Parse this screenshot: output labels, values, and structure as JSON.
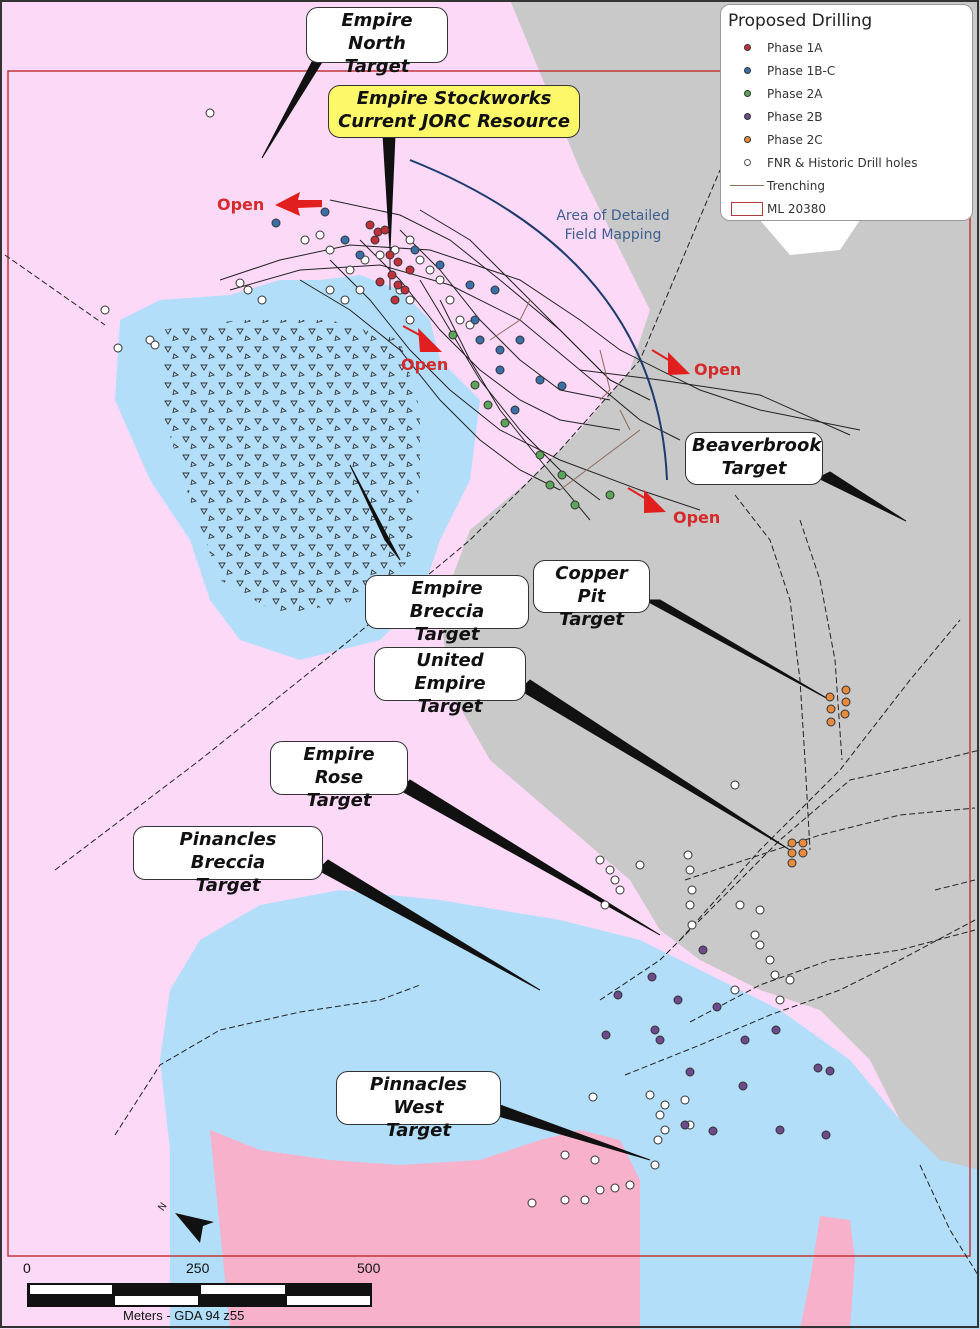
{
  "map": {
    "title": "Proposed Drilling Map",
    "colors": {
      "pink_unit": "#fcd9f7",
      "blue_unit": "#b2def9",
      "grey_unit": "#c9c9c9",
      "rose_unit": "#f8b1cb",
      "licence_boundary": "#c0393b",
      "open_arrow": "#e11f1f",
      "mapping_arc": "#1e3a6e"
    }
  },
  "legend": {
    "title": "Proposed Drilling",
    "items": [
      {
        "label": "Phase 1A",
        "symbol": "dot",
        "color": "#c0313a"
      },
      {
        "label": "Phase 1B-C",
        "symbol": "dot",
        "color": "#3b6fa8"
      },
      {
        "label": "Phase 2A",
        "symbol": "dot",
        "color": "#5aa55a"
      },
      {
        "label": "Phase 2B",
        "symbol": "dot",
        "color": "#6c4a8c"
      },
      {
        "label": "Phase 2C",
        "symbol": "dot",
        "color": "#e88b3c"
      },
      {
        "label": "FNR & Historic Drill holes",
        "symbol": "hollow",
        "color": "#ffffff"
      },
      {
        "label": "Trenching",
        "symbol": "line",
        "color": "#8b6a5a"
      },
      {
        "label": "ML 20380",
        "symbol": "box",
        "color": "#b23a3a"
      }
    ]
  },
  "targets": [
    {
      "id": "empire-north",
      "line1": "Empire North",
      "line2": "Target"
    },
    {
      "id": "empire-stockworks",
      "line1": "Empire Stockworks",
      "line2": "Current JORC Resource"
    },
    {
      "id": "beaverbrook",
      "line1": "Beaverbrook",
      "line2": "Target"
    },
    {
      "id": "copper-pit",
      "line1": "Copper Pit",
      "line2": "Target"
    },
    {
      "id": "empire-breccia",
      "line1": "Empire Breccia",
      "line2": "Target"
    },
    {
      "id": "united-empire",
      "line1": "United Empire",
      "line2": "Target"
    },
    {
      "id": "empire-rose",
      "line1": "Empire Rose",
      "line2": "Target"
    },
    {
      "id": "pinancles-breccia",
      "line1": "Pinancles Breccia",
      "line2": "Target"
    },
    {
      "id": "pinnacles-west",
      "line1": "Pinnacles West",
      "line2": "Target"
    }
  ],
  "open_labels": [
    "Open",
    "Open",
    "Open",
    "Open"
  ],
  "mapping_area": {
    "line1": "Area of Detailed",
    "line2": "Field Mapping"
  },
  "scale_bar": {
    "ticks": [
      "0",
      "250",
      "500"
    ],
    "caption": "Meters - GDA 94 z55"
  },
  "north_arrow": {
    "label": "N"
  }
}
